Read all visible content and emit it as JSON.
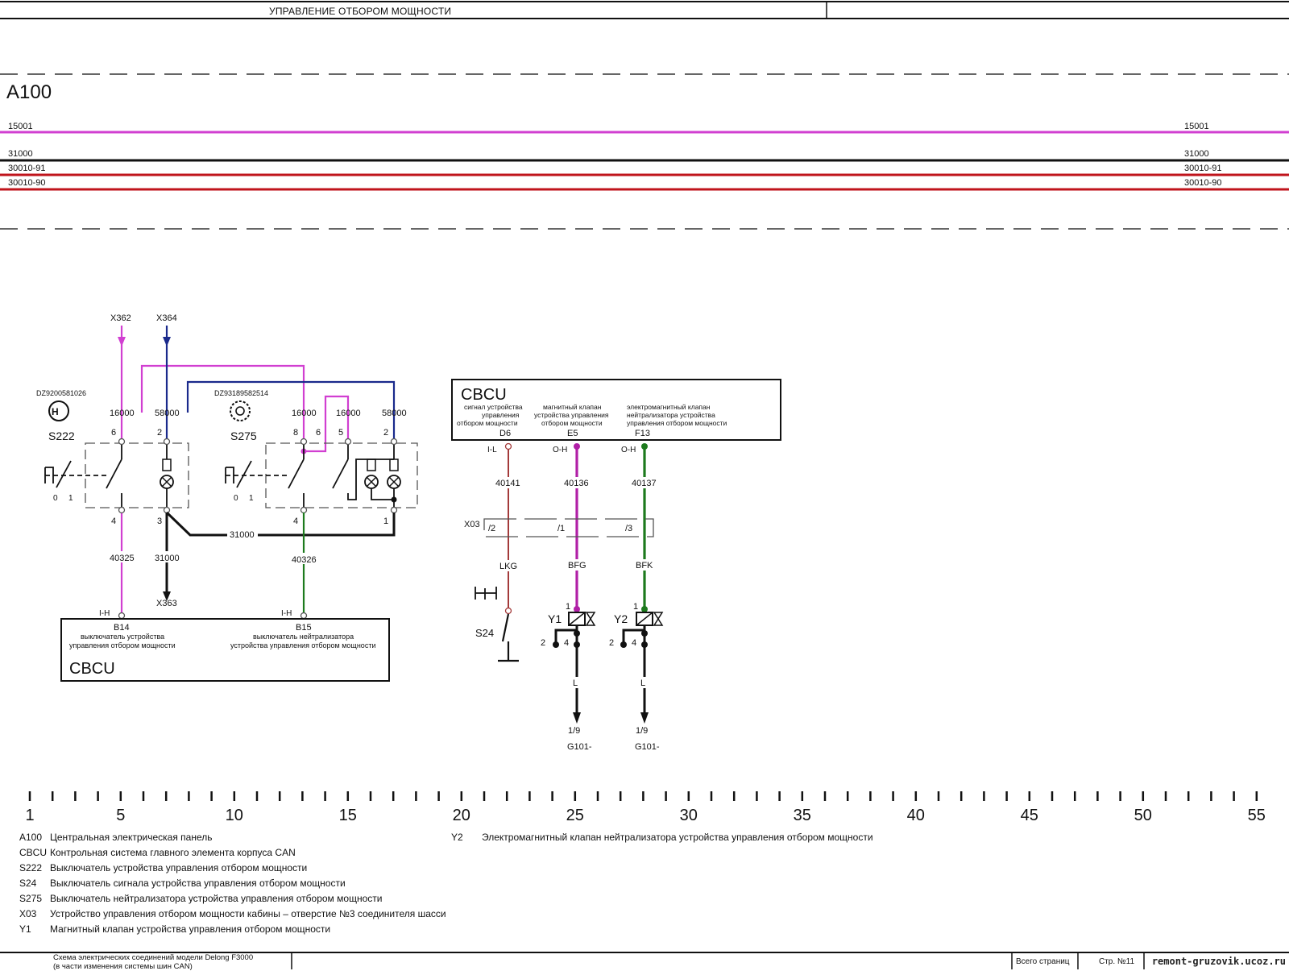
{
  "header": {
    "title": "УПРАВЛЕНИЕ ОТБОРОМ МОЩНОСТИ"
  },
  "panel": {
    "name": "A100",
    "bus_lines": [
      {
        "label": "15001",
        "color": "#d13fd1"
      },
      {
        "label": "31000",
        "color": "#111111"
      },
      {
        "label": "30010-91",
        "color": "#c0141c"
      },
      {
        "label": "30010-90",
        "color": "#c0141c"
      }
    ]
  },
  "colors": {
    "magenta": "#d13fd1",
    "blue": "#1a2a8c",
    "black": "#111111",
    "red": "#c0141c",
    "green": "#1d7a1d",
    "brown_red": "#a33a3a"
  },
  "left_circuit": {
    "connectors_top": {
      "x362": "X362",
      "x364": "X364"
    },
    "s222": {
      "part_no": "DZ9200581026",
      "name": "S222",
      "pos0": "0",
      "pos1": "1",
      "pin6": "6",
      "pin2": "2",
      "pin4": "4",
      "pin3": "3",
      "wire_in_a": "16000",
      "wire_in_b": "58000"
    },
    "s275": {
      "part_no": "DZ93189582514",
      "name": "S275",
      "pos0": "0",
      "pos1": "1",
      "pin8": "8",
      "pin6": "6",
      "pin5": "5",
      "pin2": "2",
      "pin4": "4",
      "pin1": "1",
      "wire_a": "16000",
      "wire_b": "16000",
      "wire_c": "58000"
    },
    "ground_wire": "31000",
    "wire_40325": "40325",
    "wire_31000": "31000",
    "wire_40326": "40326",
    "x363": "X363",
    "pin_ih_1": "I-H",
    "pin_ih_2": "I-H",
    "cbcu": {
      "name": "CBCU",
      "b14": "B14",
      "b14_desc1": "выключатель устройства",
      "b14_desc2": "управления отбором мощности",
      "b15": "B15",
      "b15_desc1": "выключатель нейтрализатора",
      "b15_desc2": "устройства управления отбором мощности"
    }
  },
  "right_circuit": {
    "cbcu": {
      "name": "CBCU",
      "col1_l1": "сигнал устройства",
      "col1_l2": "управления",
      "col1_l3": "отбором мощности",
      "col1_pin": "D6",
      "col2_l1": "магнитный клапан",
      "col2_l2": "устройства управления",
      "col2_l3": "отбором мощности",
      "col2_pin": "E5",
      "col3_l1": "электромагнитный клапан",
      "col3_l2": "нейтрализатора устройства",
      "col3_l3": "управления отбором мощности",
      "col3_pin": "F13"
    },
    "pin_types": {
      "d6": "I-L",
      "e5": "O-H",
      "f13": "O-H"
    },
    "wires": {
      "w1": "40141",
      "w2": "40136",
      "w3": "40137"
    },
    "x03": {
      "name": "X03",
      "p2": "/2",
      "p1": "/1",
      "p3": "/3"
    },
    "colors_code": {
      "c1": "LKG",
      "c2": "BFG",
      "c3": "BFK"
    },
    "s24": "S24",
    "y1": {
      "name": "Y1",
      "pin1": "1",
      "pin2": "2",
      "pin4": "4"
    },
    "y2": {
      "name": "Y2",
      "pin1": "1",
      "pin2": "2",
      "pin4": "4"
    },
    "ground": {
      "l1": "L",
      "l2": "L",
      "g1a": "1/9",
      "g1b": "G101-",
      "g2a": "1/9",
      "g2b": "G101-"
    }
  },
  "scale": {
    "labels": [
      "1",
      "5",
      "10",
      "15",
      "20",
      "25",
      "30",
      "35",
      "40",
      "45",
      "50",
      "55"
    ]
  },
  "legend_left": [
    {
      "code": "A100",
      "text": "Центральная электрическая панель"
    },
    {
      "code": "CBCU",
      "text": "Контрольная система главного элемента корпуса CAN"
    },
    {
      "code": "S222",
      "text": "Выключатель устройства управления отбором мощности"
    },
    {
      "code": "S24",
      "text": "Выключатель сигнала устройства управления отбором мощности"
    },
    {
      "code": "S275",
      "text": "Выключатель нейтрализатора устройства управления отбором мощности"
    },
    {
      "code": "X03",
      "text": "Устройство управления отбором мощности кабины – отверстие №3 соединителя шасси"
    },
    {
      "code": "Y1",
      "text": "Магнитный клапан устройства управления отбором мощности"
    }
  ],
  "legend_right": [
    {
      "code": "Y2",
      "text": "Электромагнитный клапан нейтрализатора устройства управления отбором мощности"
    }
  ],
  "footer": {
    "desc_line1": "Схема электрических соединений модели Delong F3000",
    "desc_line2": "(в части изменения системы шин CAN)",
    "total_pages": "Всего страниц",
    "page": "Стр. №11",
    "site": "remont-gruzovik.ucoz.ru"
  }
}
